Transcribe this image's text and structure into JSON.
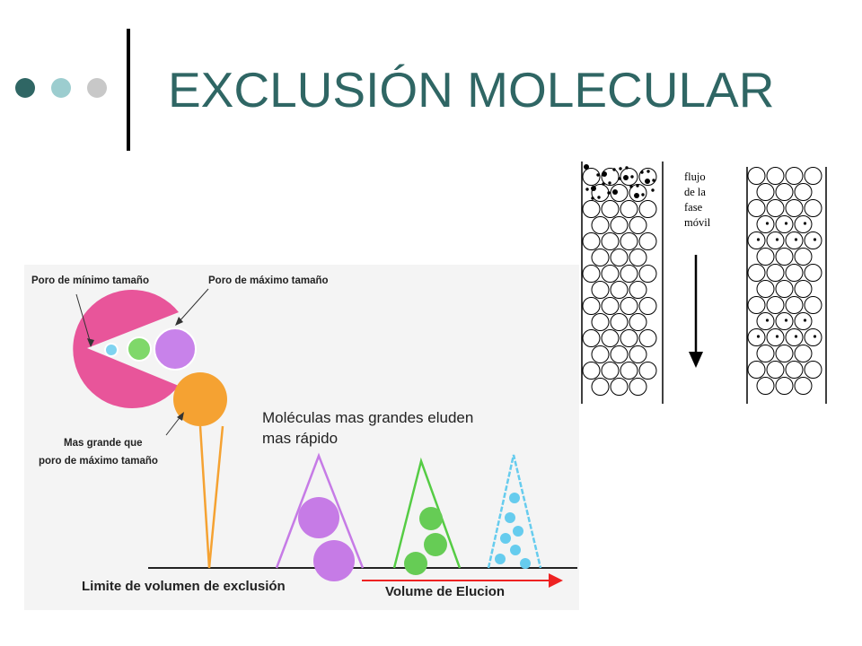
{
  "title": "EXCLUSIÓN MOLECULAR",
  "colors": {
    "title": "#2f6664",
    "bullet_dark": "#2f6664",
    "bullet_mid": "#9ccdcf",
    "bullet_light": "#c8c8c8",
    "pink": "#e8559a",
    "purple": "#c67be6",
    "green": "#66cc55",
    "blue": "#66ccee",
    "orange": "#f5a232",
    "red_arrow": "#ee2222"
  },
  "gel_diagram": {
    "label_min_pore": "Poro de  mínimo tamaño",
    "label_max_pore": "Poro de  máximo tamaño",
    "label_larger_line1": "Mas grande que",
    "label_larger_line2": "poro de máximo tamaño",
    "label_elute_line1": "Moléculas mas grandes eluden",
    "label_elute_line2": "mas rápido",
    "label_exclusion_limit": "Limite de volumen de exclusión",
    "label_elution_volume": "Volume de Elucion"
  },
  "column_diagram": {
    "flow_label_lines": [
      "flujo",
      "de la",
      "fase",
      "móvil"
    ]
  }
}
